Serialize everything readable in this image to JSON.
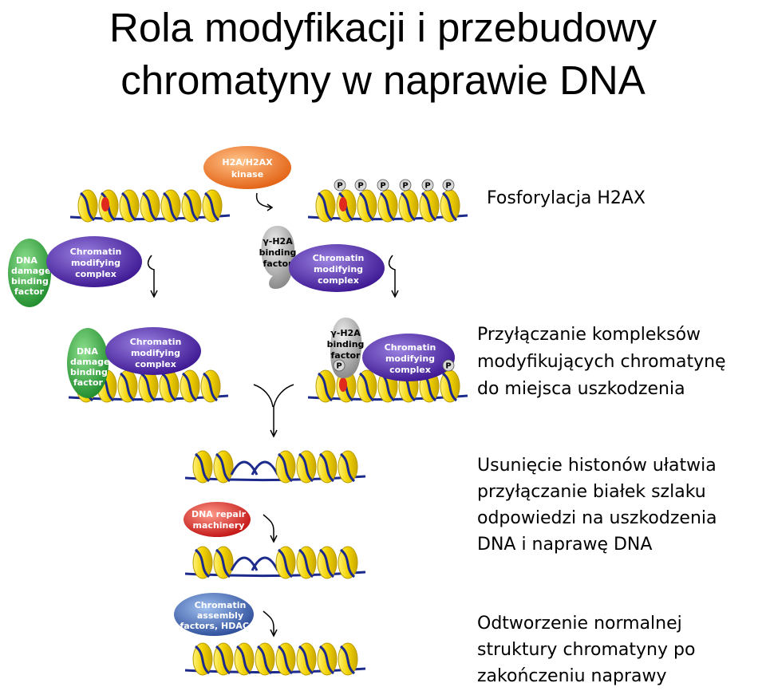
{
  "title": "Rola modyfikacji i przebudowy\nchromatyny w naprawie DNA",
  "captions": {
    "phosphorylation": "Fosforylacja H2AX",
    "recruitment": "Przyłączanie kompleksów\nmodyfikujących chromatynę\ndo miejsca uszkodzenia",
    "removal": "Usunięcie histonów ułatwia\nprzyłączanie białek szlaku\nodpowiedzi na uszkodzenia\nDNA i naprawę DNA",
    "restoration": "Odtworzenie normalnej\nstruktury chromatyny po\nzakończeniu naprawy"
  },
  "labels": {
    "kinase": [
      "H2A/H2AX",
      "kinase"
    ],
    "dna_damage_factor": [
      "DNA",
      "damage",
      "binding",
      "factor"
    ],
    "chromatin_modifying": [
      "Chromatin",
      "modifying",
      "complex"
    ],
    "gamma_h2a": [
      "γ-H2A",
      "binding",
      "factor"
    ],
    "repair": [
      "DNA repair",
      "machinery"
    ],
    "assembly": [
      "Chromatin",
      "assembly",
      "factors, HDACs"
    ],
    "phospho": "P"
  },
  "colors": {
    "nucleosome": "#f2d200",
    "nucleosome_edge": "#b89a00",
    "dna": "#1c2a8c",
    "damage": "#e0281c",
    "kinase": "#f07a20",
    "green_factor": "#2fa33a",
    "purple_complex": "#4a24a0",
    "grey_factor": "#b8b8b8",
    "repair": "#d62020",
    "assembly": "#3a5aa8"
  }
}
